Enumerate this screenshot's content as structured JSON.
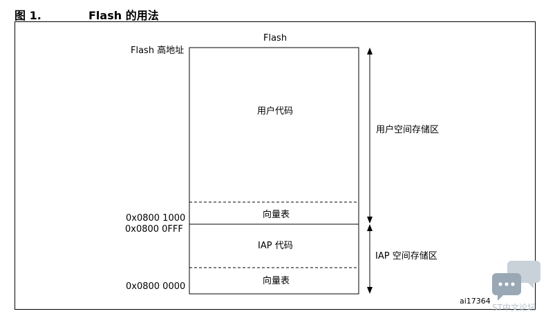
{
  "figure": {
    "number": "图 1.",
    "title": "Flash 的用法",
    "id": "ai17364"
  },
  "diagram": {
    "column_label": "Flash",
    "high_address_label": "Flash 高地址",
    "blocks": {
      "user_code": "用户代码",
      "user_vector_table": "向量表",
      "iap_code": "IAP 代码",
      "iap_vector_table": "向量表"
    },
    "addresses": {
      "user_start": "0x0800 1000",
      "iap_end": "0x0800 0FFF",
      "iap_start": "0x0800 0000"
    },
    "regions": {
      "user": "用户空间存储区",
      "iap": "IAP 空间存储区"
    }
  },
  "watermark": {
    "text": "ST中文论坛",
    "icon": "chat-bubbles-icon"
  }
}
